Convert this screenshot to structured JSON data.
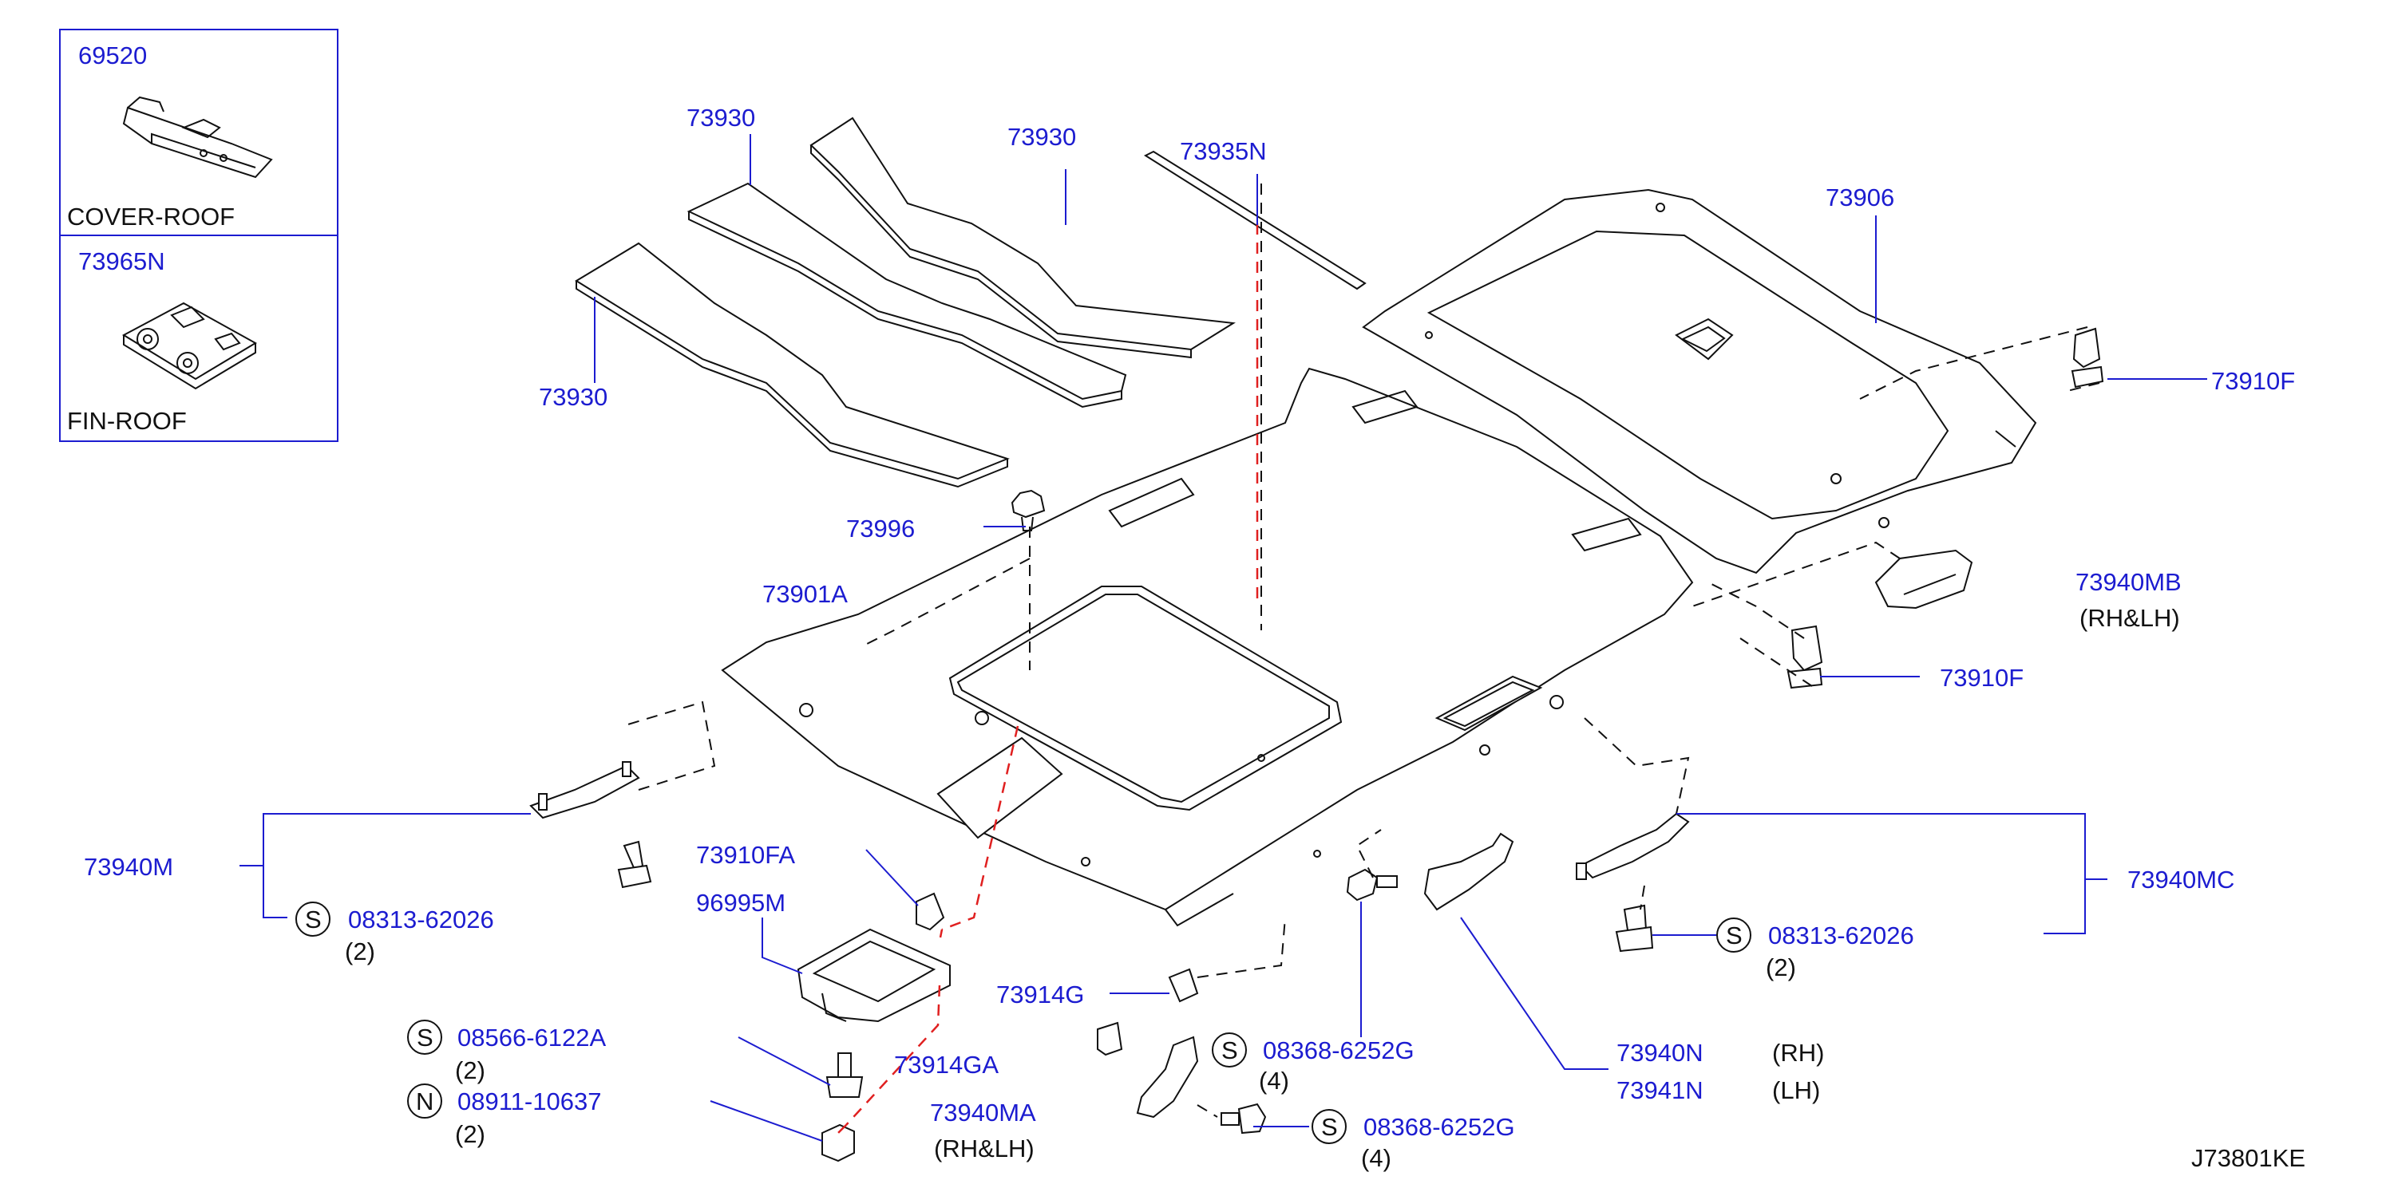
{
  "inset": {
    "cover_roof_pn": "69520",
    "cover_roof_name": "COVER-ROOF",
    "fin_roof_pn": "73965N",
    "fin_roof_name": "FIN-ROOF"
  },
  "labels": {
    "p73930_a": "73930",
    "p73930_b": "73930",
    "p73930_c": "73930",
    "p73935N": "73935N",
    "p73906": "73906",
    "p73910F_top": "73910F",
    "p73910F_mid": "73910F",
    "p73996": "73996",
    "p73901": "73901A",
    "p73940MB": "73940MB",
    "p73940MB_side": "(RH&LH)",
    "p73940M": "73940M",
    "s_08313_left": "08313-62026",
    "s_08313_left_qty": "(2)",
    "p73910FA": "73910FA",
    "p96995M": "96995M",
    "p73940MC": "73940MC",
    "s_08313_right": "08313-62026",
    "s_08313_right_qty": "(2)",
    "p73914G": "73914G",
    "s_08566": "08566-6122A",
    "s_08566_qty": "(2)",
    "n_08911": "08911-10637",
    "n_08911_qty": "(2)",
    "p73914GA": "73914GA",
    "p73940MA": "73940MA",
    "p73940MA_side": "(RH&LH)",
    "s_08368_a": "08368-6252G",
    "s_08368_a_qty": "(4)",
    "s_08368_b": "08368-6252G",
    "s_08368_b_qty": "(4)",
    "p73940N": "73940N",
    "p73940N_side": "(RH)",
    "p73941N": "73941N",
    "p73941N_side": "(LH)",
    "diagram_code": "J73801KE"
  },
  "symbols": {
    "screw": "S",
    "nut": "N"
  },
  "colors": {
    "part_number": "#1c1cd0",
    "leader_line": "#1c1cd0",
    "linework": "#111111",
    "centerline": "#e02020"
  }
}
